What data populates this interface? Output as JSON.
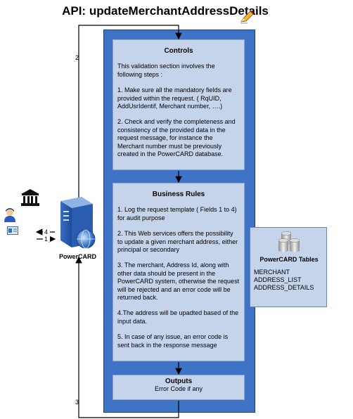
{
  "title": "API: updateMerchantAddressDetails",
  "controls": {
    "title": "Controls",
    "intro": "This validation section involves the following steps :",
    "steps": [
      "1. Make sure all the mandatory fields are provided within the request. ( RqUID, AddUsrIdentif, Merchant number, ….)",
      "2. Check and verify the completeness and consistency of the provided data in the request message, for instance the Merchant number must be previously created in the PowerCARD database."
    ]
  },
  "business_rules": {
    "title": "Business Rules",
    "items": [
      "1. Log the request template ( Fields 1 to 4) for audit purpose",
      "2. This Web services offers the possibility to update a given merchant address, either principal or secondary",
      "3. The merchant, Address Id, along with other data should be present in the PowerCARD system, otherwise the request will be rejected and an error code will be returned back.",
      "4.The address will be upadted based of the input data.",
      "5. In case of any issue, an error code is sent back in the response message"
    ]
  },
  "outputs": {
    "title": "Outputs",
    "text": "Error Code if any"
  },
  "tables": {
    "title": "PowerCARD Tables",
    "items": [
      "MERCHANT",
      "ADDRESS_LIST",
      "ADDRESS_DETAILS"
    ]
  },
  "server_label": "PowerCARD",
  "flow_labels": {
    "request": "1",
    "to_controls": "2",
    "return": "3",
    "response": "4"
  },
  "icons": [
    "bank-icon",
    "user-icon",
    "id-card-icon",
    "server-icon",
    "database-icon",
    "pencil-icon"
  ],
  "colors": {
    "panel": "#3f73c6",
    "box": "#c5d4eb"
  }
}
